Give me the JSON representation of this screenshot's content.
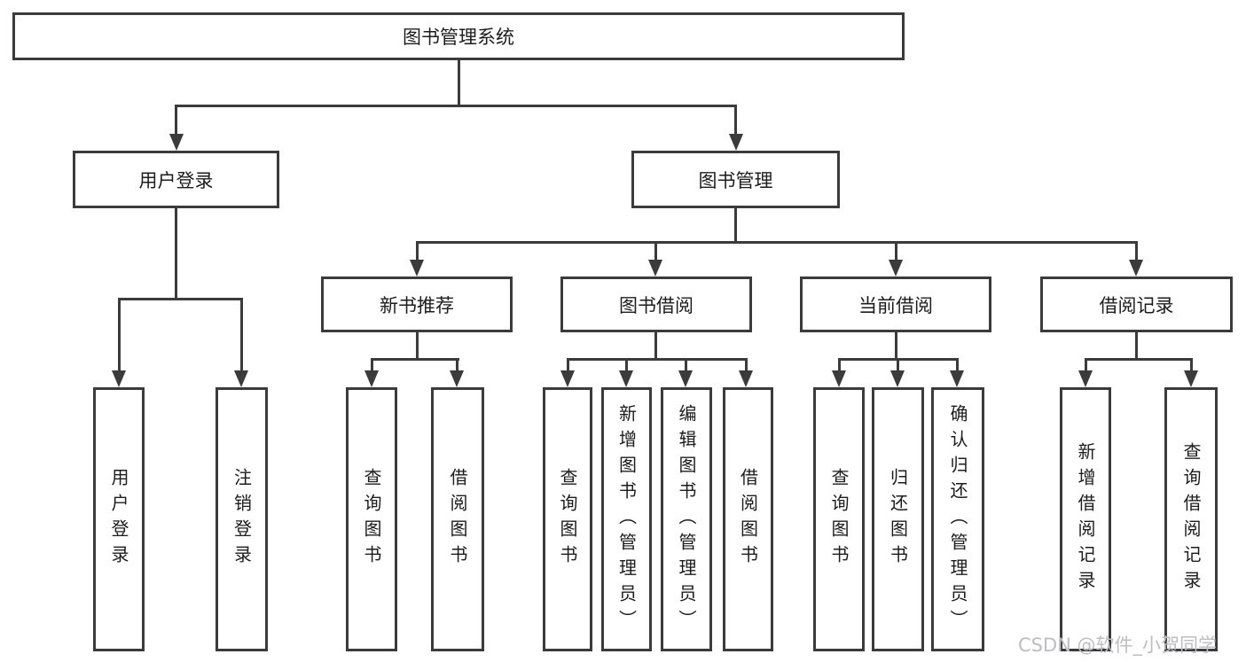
{
  "diagram": {
    "root": "图书管理系统",
    "branches": {
      "user_login": "用户登录",
      "book_management": "图书管理"
    },
    "modules": {
      "new_book_recommend": "新书推荐",
      "book_borrow": "图书借阅",
      "current_borrow": "当前借阅",
      "borrow_records": "借阅记录"
    },
    "leaves": {
      "user_login": [
        "用户登录",
        "注销登录"
      ],
      "new_book_recommend": [
        "查询图书",
        "借阅图书"
      ],
      "book_borrow": [
        "查询图书",
        "新增图书（管理员）",
        "编辑图书（管理员）",
        "借阅图书"
      ],
      "current_borrow": [
        "查询图书",
        "归还图书",
        "确认归还（管理员）"
      ],
      "borrow_records": [
        "新增借阅记录",
        "查询借阅记录"
      ]
    }
  },
  "watermark": "CSDN @软件_小贺同学",
  "colors": {
    "line": "#3b3b3b",
    "text": "#1c1c1c",
    "watermark": "#bdbdc2",
    "background": "#ffffff"
  }
}
